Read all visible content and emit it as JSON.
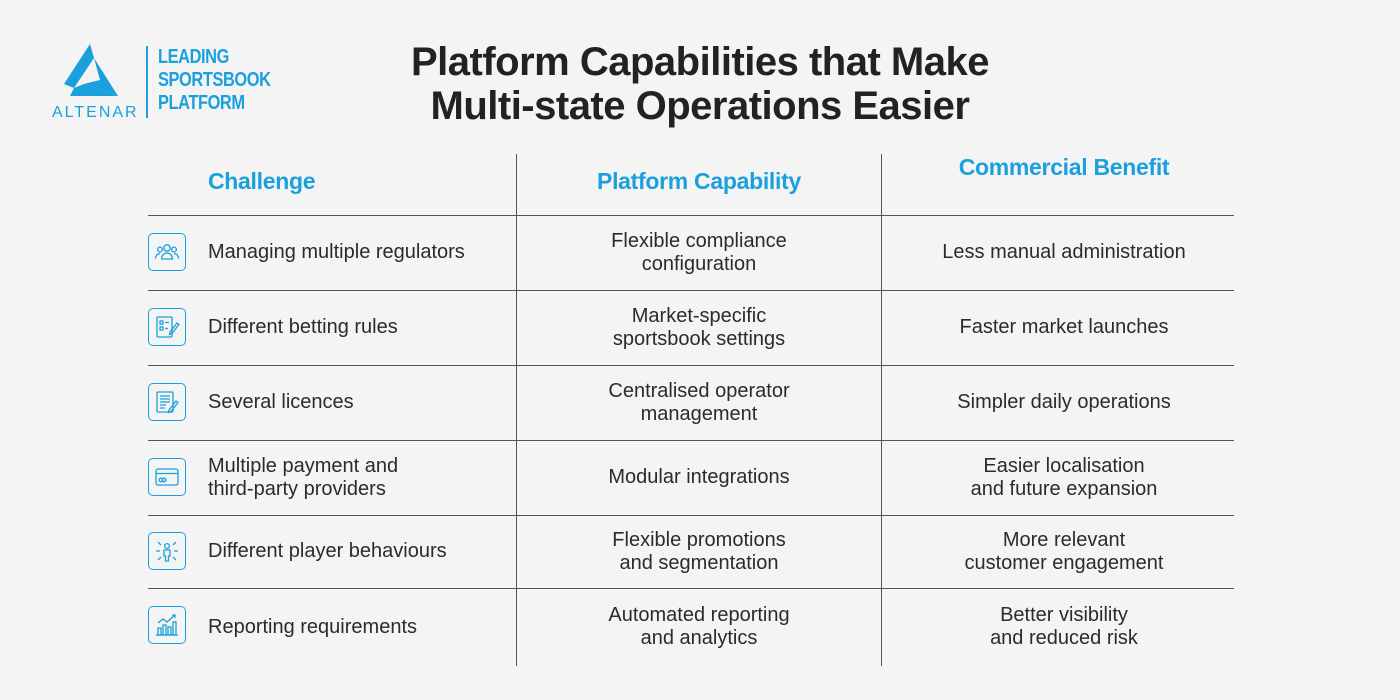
{
  "logo": {
    "brand": "ALTENAR",
    "tagline": [
      "LEADING",
      "SPORTSBOOK",
      "PLATFORM"
    ],
    "color": "#1aa0dc"
  },
  "title": {
    "line1": "Platform Capabilities that Make",
    "line2": "Multi-state Operations Easier"
  },
  "table": {
    "headers": {
      "challenge": "Challenge",
      "capability": "Platform Capability",
      "benefit": "Commercial Benefit"
    },
    "rows": [
      {
        "icon": "users-group-icon",
        "challenge": "Managing multiple regulators",
        "capability": "Flexible compliance\nconfiguration",
        "benefit": "Less manual administration"
      },
      {
        "icon": "checklist-edit-icon",
        "challenge": "Different betting rules",
        "capability": "Market-specific\nsportsbook settings",
        "benefit": "Faster market launches"
      },
      {
        "icon": "document-pen-icon",
        "challenge": "Several licences",
        "capability": "Centralised operator\nmanagement",
        "benefit": "Simpler daily operations"
      },
      {
        "icon": "payment-card-icon",
        "challenge": "Multiple payment and\nthird-party providers",
        "capability": "Modular integrations",
        "benefit": "Easier localisation\nand future expansion"
      },
      {
        "icon": "person-network-icon",
        "challenge": "Different player behaviours",
        "capability": "Flexible promotions\nand segmentation",
        "benefit": "More relevant\ncustomer engagement"
      },
      {
        "icon": "growth-chart-icon",
        "challenge": "Reporting requirements",
        "capability": "Automated reporting\nand analytics",
        "benefit": "Better visibility\nand reduced risk"
      }
    ]
  }
}
